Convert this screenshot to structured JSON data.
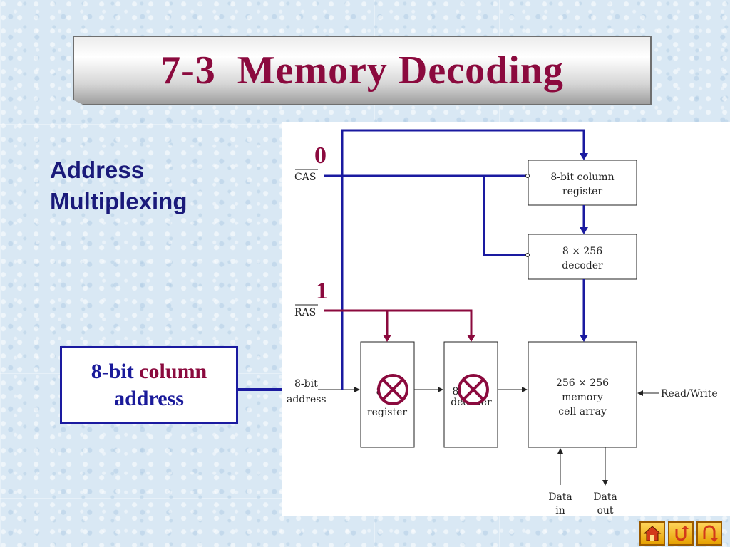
{
  "slide": {
    "title": "7-3  Memory Decoding",
    "heading_line1": "Address",
    "heading_line2": "Multiplexing",
    "callout": {
      "part1": "8-bit ",
      "part2": "column",
      "part3": "address"
    }
  },
  "diagram": {
    "bit_cas": "0",
    "bit_ras": "1",
    "cas_label": "CAS",
    "ras_label": "RAS",
    "address_label_line1": "8-bit",
    "address_label_line2": "address",
    "col_register_line1": "8-bit column",
    "col_register_line2": "register",
    "col_decoder_line1": "8 × 256",
    "col_decoder_line2": "decoder",
    "row_register_line1": "8",
    "row_register_line2": "register",
    "row_decoder_line1": "8",
    "row_decoder_line2": "decoder",
    "array_line1": "256 × 256",
    "array_line2": "memory",
    "array_line3": "cell array",
    "read_write": "Read/Write",
    "data_in_line1": "Data",
    "data_in_line2": "in",
    "data_out_line1": "Data",
    "data_out_line2": "out"
  },
  "colors": {
    "title": "#8b0a3e",
    "blue_wire": "#1a1aa0",
    "red_wire": "#8b0a3e"
  },
  "nav": {
    "icons": [
      "home-icon",
      "return-icon",
      "back-icon"
    ]
  }
}
